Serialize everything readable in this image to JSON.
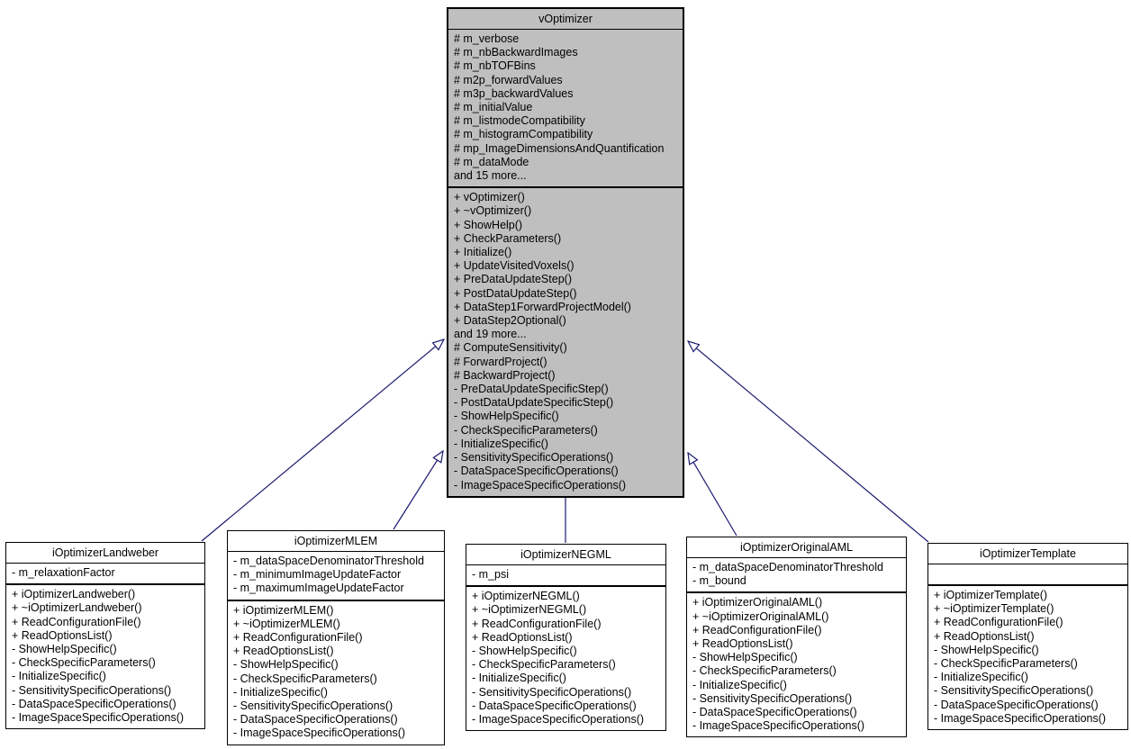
{
  "diagram": {
    "kind": "uml-inheritance-diagram",
    "colors": {
      "base_fill": "#BFBFBF",
      "derived_fill": "#FFFFFF",
      "border": "#000000",
      "arrow": "#191970",
      "background": "#FFFFFF"
    },
    "base_class": {
      "name": "vOptimizer",
      "attributes": [
        "# m_verbose",
        "# m_nbBackwardImages",
        "# m_nbTOFBins",
        "# m2p_forwardValues",
        "# m3p_backwardValues",
        "# m_initialValue",
        "# m_listmodeCompatibility",
        "# m_histogramCompatibility",
        "# mp_ImageDimensionsAndQuantification",
        "# m_dataMode",
        "and 15 more..."
      ],
      "methods": [
        "+ vOptimizer()",
        "+ ~vOptimizer()",
        "+ ShowHelp()",
        "+ CheckParameters()",
        "+ Initialize()",
        "+ UpdateVisitedVoxels()",
        "+ PreDataUpdateStep()",
        "+ PostDataUpdateStep()",
        "+ DataStep1ForwardProjectModel()",
        "+ DataStep2Optional()",
        "and 19 more...",
        "# ComputeSensitivity()",
        "# ForwardProject()",
        "# BackwardProject()",
        "- PreDataUpdateSpecificStep()",
        "- PostDataUpdateSpecificStep()",
        "- ShowHelpSpecific()",
        "- CheckSpecificParameters()",
        "- InitializeSpecific()",
        "- SensitivitySpecificOperations()",
        "- DataSpaceSpecificOperations()",
        "- ImageSpaceSpecificOperations()"
      ]
    },
    "derived_classes": [
      {
        "name": "iOptimizerLandweber",
        "attributes": [
          "- m_relaxationFactor"
        ],
        "methods": [
          "+ iOptimizerLandweber()",
          "+ ~iOptimizerLandweber()",
          "+ ReadConfigurationFile()",
          "+ ReadOptionsList()",
          "- ShowHelpSpecific()",
          "- CheckSpecificParameters()",
          "- InitializeSpecific()",
          "- SensitivitySpecificOperations()",
          "- DataSpaceSpecificOperations()",
          "- ImageSpaceSpecificOperations()"
        ]
      },
      {
        "name": "iOptimizerMLEM",
        "attributes": [
          "- m_dataSpaceDenominatorThreshold",
          "- m_minimumImageUpdateFactor",
          "- m_maximumImageUpdateFactor"
        ],
        "methods": [
          "+ iOptimizerMLEM()",
          "+ ~iOptimizerMLEM()",
          "+ ReadConfigurationFile()",
          "+ ReadOptionsList()",
          "- ShowHelpSpecific()",
          "- CheckSpecificParameters()",
          "- InitializeSpecific()",
          "- SensitivitySpecificOperations()",
          "- DataSpaceSpecificOperations()",
          "- ImageSpaceSpecificOperations()"
        ]
      },
      {
        "name": "iOptimizerNEGML",
        "attributes": [
          "- m_psi"
        ],
        "methods": [
          "+ iOptimizerNEGML()",
          "+ ~iOptimizerNEGML()",
          "+ ReadConfigurationFile()",
          "+ ReadOptionsList()",
          "- ShowHelpSpecific()",
          "- CheckSpecificParameters()",
          "- InitializeSpecific()",
          "- SensitivitySpecificOperations()",
          "- DataSpaceSpecificOperations()",
          "- ImageSpaceSpecificOperations()"
        ]
      },
      {
        "name": "iOptimizerOriginalAML",
        "attributes": [
          "- m_dataSpaceDenominatorThreshold",
          "- m_bound"
        ],
        "methods": [
          "+ iOptimizerOriginalAML()",
          "+ ~iOptimizerOriginalAML()",
          "+ ReadConfigurationFile()",
          "+ ReadOptionsList()",
          "- ShowHelpSpecific()",
          "- CheckSpecificParameters()",
          "- InitializeSpecific()",
          "- SensitivitySpecificOperations()",
          "- DataSpaceSpecificOperations()",
          "- ImageSpaceSpecificOperations()"
        ]
      },
      {
        "name": "iOptimizerTemplate",
        "attributes": [],
        "methods": [
          "+ iOptimizerTemplate()",
          "+ ~iOptimizerTemplate()",
          "+ ReadConfigurationFile()",
          "+ ReadOptionsList()",
          "- ShowHelpSpecific()",
          "- CheckSpecificParameters()",
          "- InitializeSpecific()",
          "- SensitivitySpecificOperations()",
          "- DataSpaceSpecificOperations()",
          "- ImageSpaceSpecificOperations()"
        ]
      }
    ]
  }
}
